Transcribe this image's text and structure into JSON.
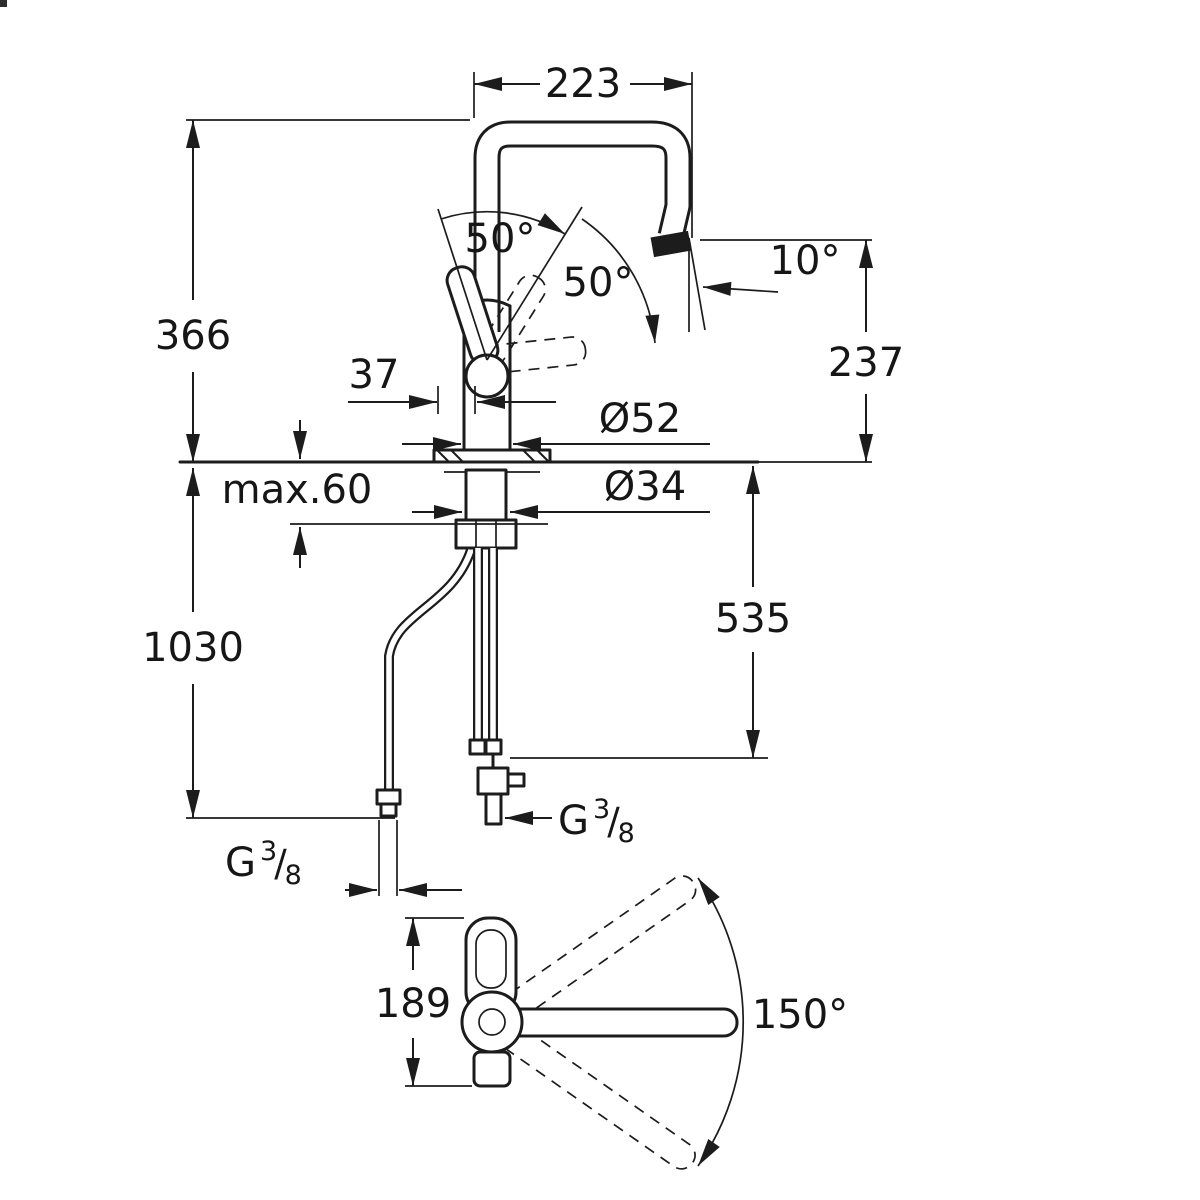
{
  "drawing": {
    "type": "technical-dimension-drawing",
    "subject": "single-lever kitchen faucet with high U-spout, supply hoses and swivel range top view",
    "line_color": "#1c1c1c",
    "background": "#ffffff"
  },
  "dimensions": {
    "spout_reach": "223",
    "lever_angle_1": "50°",
    "lever_angle_2": "50°",
    "outlet_angle": "10°",
    "height_above_deck": "366",
    "lever_width": "37",
    "spout_height": "237",
    "body_diameter": "Ø52",
    "deck_thickness": "max.60",
    "hole_diameter": "Ø34",
    "hose_length_right": "535",
    "hose_length_left": "1030",
    "base_depth": "189",
    "swivel_angle": "150°",
    "thread_right": {
      "g": "G",
      "numerator": "3",
      "slash": "/",
      "denominator": "8"
    },
    "thread_left": {
      "g": "G",
      "numerator": "3",
      "slash": "/",
      "denominator": "8"
    }
  }
}
